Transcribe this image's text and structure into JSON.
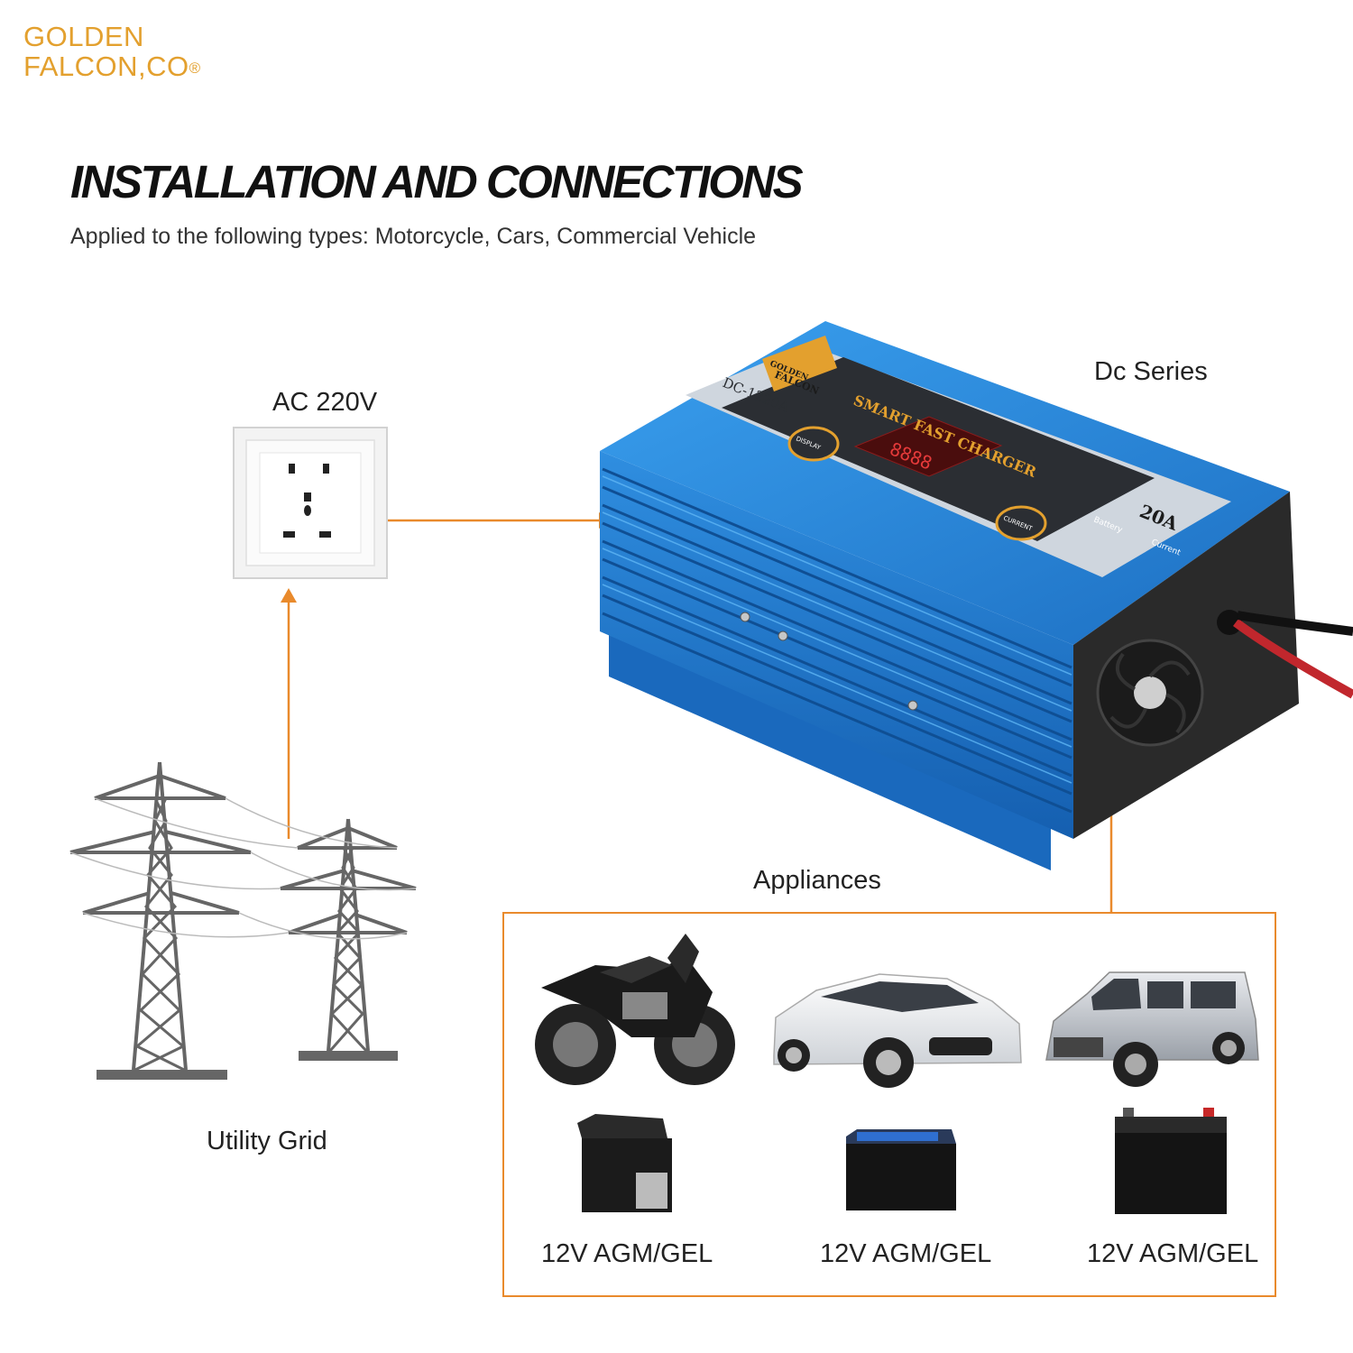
{
  "brand": {
    "line1": "GOLDEN",
    "line2": "FALCON,CO",
    "mark": "®",
    "color": "#e3a02e"
  },
  "header": {
    "title": "INSTALLATION AND CONNECTIONS",
    "subtitle": "Applied to the following types: Motorcycle, Cars, Commercial Vehicle"
  },
  "diagram": {
    "source_label": "AC 220V",
    "charger_label": "Dc Series",
    "grid_label": "Utility Grid",
    "appliances_label": "Appliances",
    "batteries": [
      "12V AGM/GEL",
      "12V AGM/GEL",
      "12V AGM/GEL"
    ],
    "arrow_color": "#e98a2c"
  },
  "charger": {
    "brand_top": "GOLDEN",
    "brand_bottom": "FALCON",
    "model": "DC-1220A",
    "name": "SMART FAST CHARGER",
    "rating": "20A",
    "display_button": "DISPLAY",
    "current_button": "CURRENT",
    "col_battery": "Battery",
    "col_current": "Current",
    "body_color": "#1f74c9"
  }
}
